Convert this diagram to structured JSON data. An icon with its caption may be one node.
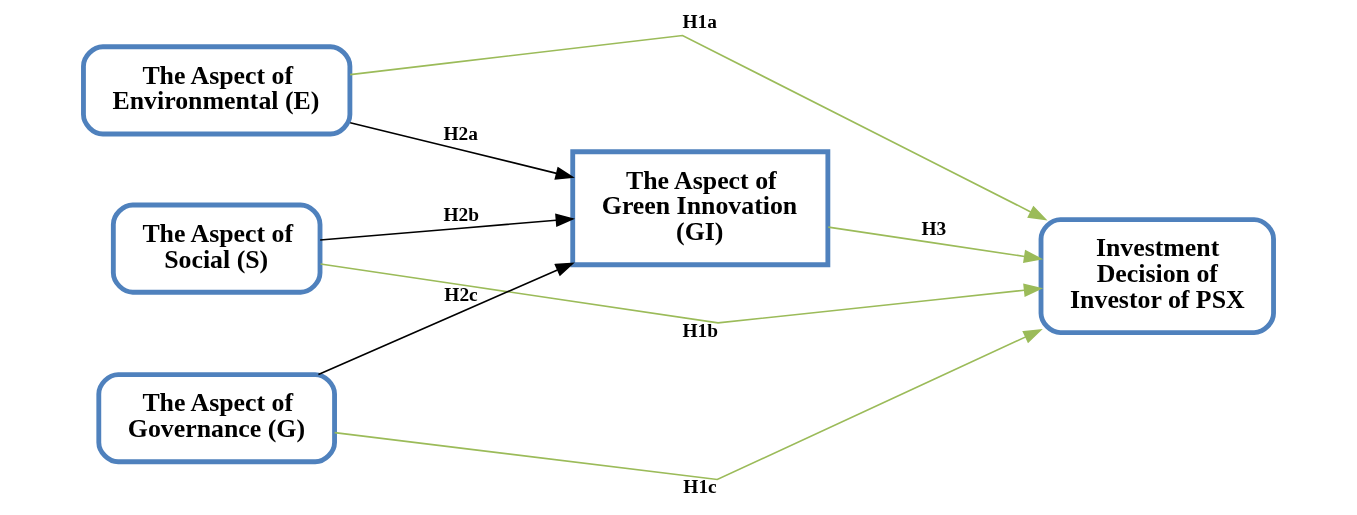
{
  "diagram": {
    "nodes": [
      {
        "text": [
          "The Aspect of Environmental (E)"
        ]
      },
      {
        "text": [
          "The Aspect of Social (S)"
        ]
      },
      {
        "text": [
          "The Aspect of Governance (G)"
        ]
      },
      {
        "text": [
          "The Aspect of Green Innovation (GI)"
        ]
      },
      {
        "text": [
          "Investment Decision of Investor of PSX"
        ]
      }
    ],
    "edges": [
      {
        "from": 0,
        "to": 4,
        "arrow": "to",
        "label": "H1a"
      },
      {
        "from": 1,
        "to": 4,
        "arrow": "to",
        "label": "H1b"
      },
      {
        "from": 2,
        "to": 4,
        "arrow": "to",
        "label": "H1c"
      },
      {
        "from": 0,
        "to": 3,
        "arrow": "to",
        "label": "H2a",
        "color": "#000000"
      },
      {
        "from": 1,
        "to": 3,
        "arrow": "to",
        "label": "H2b",
        "color": "#000000"
      },
      {
        "from": 2,
        "to": 3,
        "arrow": "to",
        "label": "H2c",
        "color": "#000000"
      },
      {
        "from": 3,
        "to": 4,
        "arrow": "to",
        "label": "H3"
      }
    ]
  }
}
